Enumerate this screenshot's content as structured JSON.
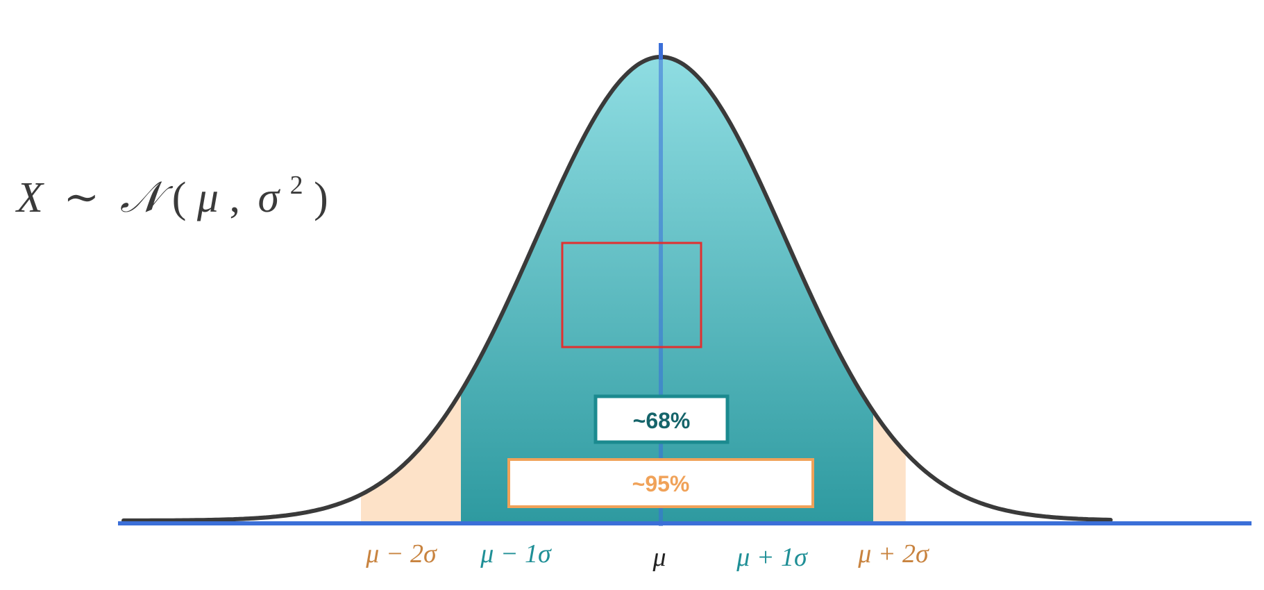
{
  "diagram": {
    "formula": {
      "lhs": "X",
      "relation": "∼",
      "family": "𝒩",
      "open_paren": "(",
      "mean": "μ",
      "comma": ",",
      "variance_base": "σ",
      "variance_exponent": "2",
      "close_paren": ")"
    },
    "tick_labels": [
      {
        "id": "minus2",
        "text": "μ − 2σ",
        "color": "#c8833f"
      },
      {
        "id": "minus1",
        "text": "μ − 1σ",
        "color": "#1f8f96"
      },
      {
        "id": "mean",
        "text": "μ",
        "color": "#222222"
      },
      {
        "id": "plus1",
        "text": "μ + 1σ",
        "color": "#1f8f96"
      },
      {
        "id": "plus2",
        "text": "μ + 2σ",
        "color": "#c8833f"
      }
    ],
    "badge_68": {
      "text": "~68%",
      "border_color": "#1b8a8f",
      "text_color": "#15646a"
    },
    "badge_95": {
      "text": "~95%",
      "border_color": "#f0a259",
      "text_color": "#f0a259"
    },
    "colors": {
      "curve": "#3a3a3a",
      "axis": "#3b6fd8",
      "center_line": "#3b6fd8",
      "band_1sigma_top": "#8fdde2",
      "band_1sigma_bottom": "#2e9aa0",
      "band_2sigma": "#fde2c8",
      "highlight_box": "#e03030"
    }
  }
}
